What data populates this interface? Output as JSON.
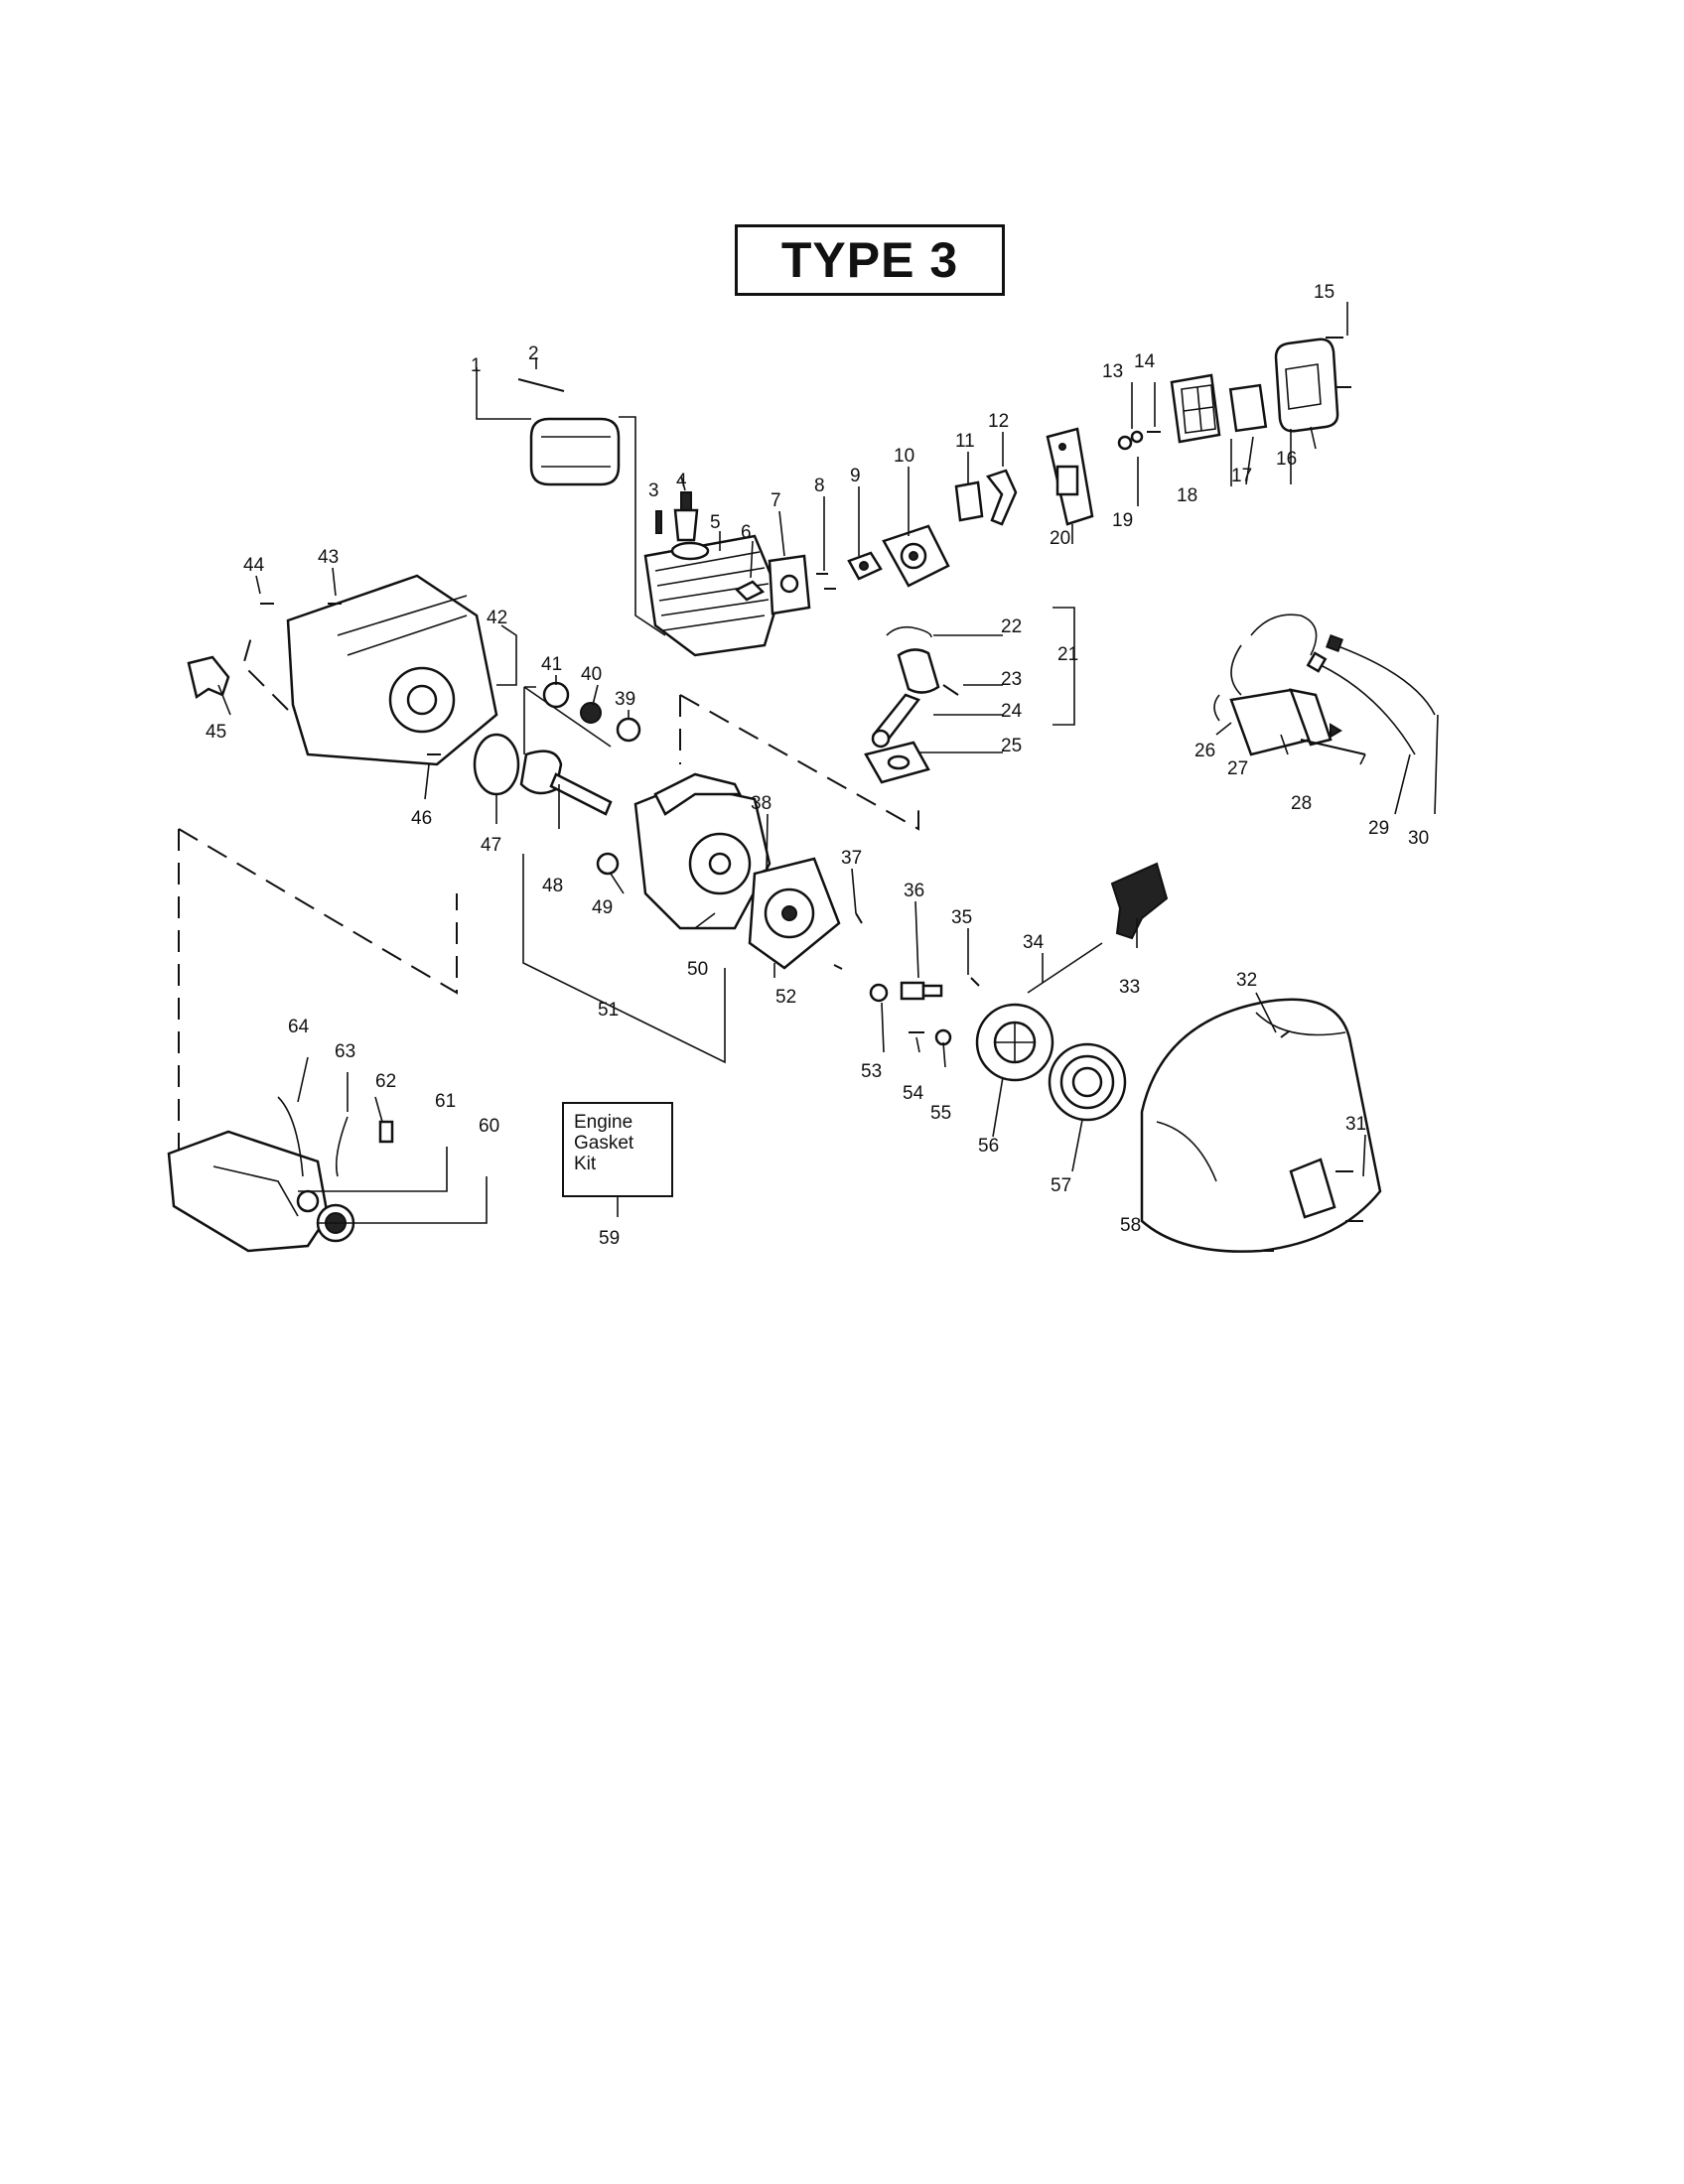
{
  "title": "TYPE 3",
  "kit_box": {
    "line1": "Engine",
    "line2": "Gasket",
    "line3": "Kit"
  },
  "callouts": [
    "1",
    "2",
    "3",
    "4",
    "5",
    "6",
    "7",
    "8",
    "9",
    "10",
    "11",
    "12",
    "13",
    "14",
    "15",
    "16",
    "17",
    "18",
    "19",
    "20",
    "21",
    "22",
    "23",
    "24",
    "25",
    "26",
    "27",
    "28",
    "29",
    "30",
    "31",
    "32",
    "33",
    "34",
    "35",
    "36",
    "37",
    "38",
    "39",
    "40",
    "41",
    "42",
    "43",
    "44",
    "45",
    "46",
    "47",
    "48",
    "49",
    "50",
    "51",
    "52",
    "53",
    "54",
    "55",
    "56",
    "57",
    "58",
    "59",
    "60",
    "61",
    "62",
    "63",
    "64"
  ]
}
